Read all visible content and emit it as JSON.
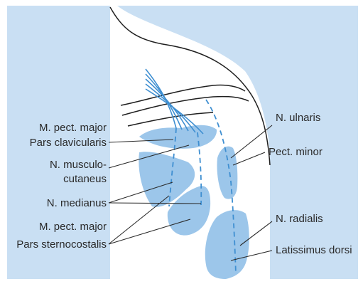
{
  "colors": {
    "panel_background": "#c9dff3",
    "body_fill": "#ffffff",
    "muscle_fill": "#9cc6ea",
    "nerve_stroke": "#3f8fd1",
    "outline_stroke": "#1f1f1f"
  },
  "labels": {
    "pect_major_1": "M. pect. major",
    "pars_clavicularis": "Pars clavicularis",
    "n_musculo": "N. musculo-",
    "cutaneus": "cutaneus",
    "n_medianus": "N. medianus",
    "pect_major_2": "M. pect. major",
    "pars_sternocostalis": "Pars sternocostalis",
    "n_ulnaris": "N. ulnaris",
    "pect_minor": "Pect. minor",
    "n_radialis": "N. radialis",
    "latissimus_dorsi": "Latissimus dorsi"
  }
}
